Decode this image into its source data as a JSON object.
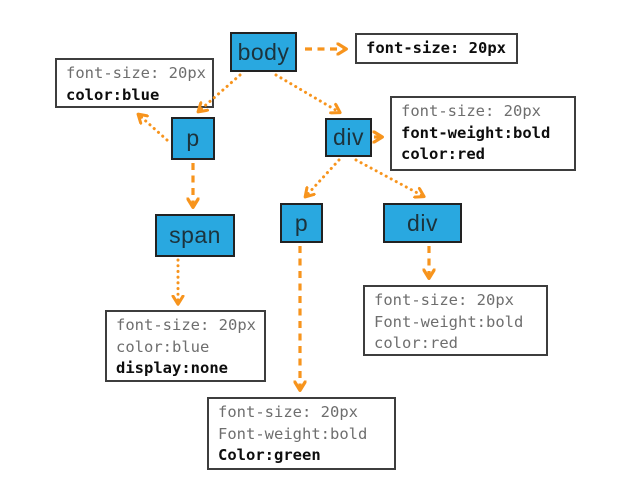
{
  "diagram": {
    "description": "DOM tree with CSS rule inheritance",
    "colors": {
      "node_fill": "#29a8e0",
      "node_border": "#222222",
      "arrow": "#f7941d",
      "box_border": "#3d3d3d",
      "muted_text": "#6e6e6e",
      "bold_text": "#0d0d0d",
      "background": "#ffffff"
    },
    "nodes": {
      "body": {
        "label": "body"
      },
      "p1": {
        "label": "p"
      },
      "div1": {
        "label": "div"
      },
      "span1": {
        "label": "span"
      },
      "p2": {
        "label": "p"
      },
      "div2": {
        "label": "div"
      }
    },
    "style_boxes": {
      "body_css": {
        "lines": [
          {
            "text": "font-size: 20px",
            "bold": true
          }
        ]
      },
      "p_css": {
        "lines": [
          {
            "text": "font-size: 20px",
            "bold": false
          },
          {
            "text": "color:blue",
            "bold": true
          }
        ]
      },
      "div_css": {
        "lines": [
          {
            "text": "font-size: 20px",
            "bold": false
          },
          {
            "text": "font-weight:bold",
            "bold": true
          },
          {
            "text": "color:red",
            "bold": true
          }
        ]
      },
      "span_css": {
        "lines": [
          {
            "text": "font-size: 20px",
            "bold": false
          },
          {
            "text": "color:blue",
            "bold": false
          },
          {
            "text": "display:none",
            "bold": true
          }
        ]
      },
      "p2_css": {
        "lines": [
          {
            "text": "font-size: 20px",
            "bold": false
          },
          {
            "text": "Font-weight:bold",
            "bold": false
          },
          {
            "text": "Color:green",
            "bold": true
          }
        ]
      },
      "div2_css": {
        "lines": [
          {
            "text": "font-size: 20px",
            "bold": false
          },
          {
            "text": "Font-weight:bold",
            "bold": false
          },
          {
            "text": "color:red",
            "bold": false
          }
        ]
      }
    }
  }
}
